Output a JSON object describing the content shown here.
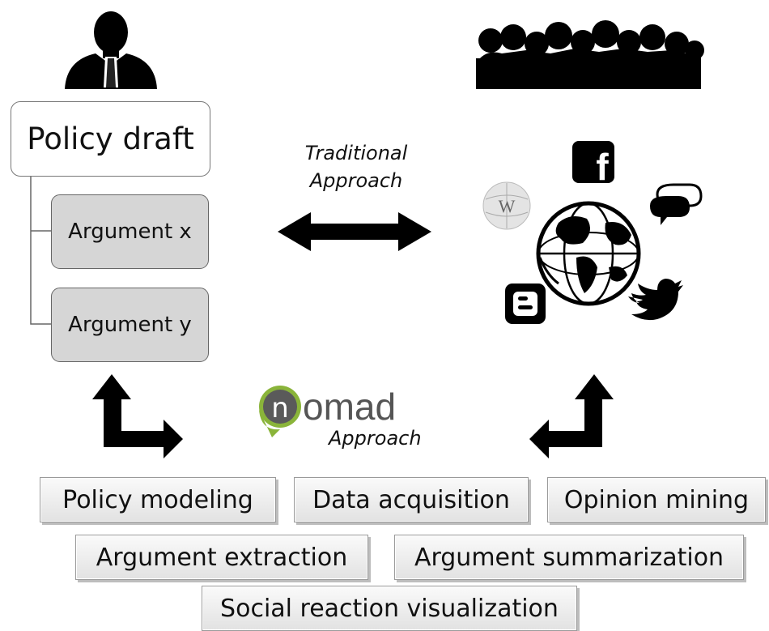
{
  "policy_draft": "Policy draft",
  "arguments": [
    "Argument x",
    "Argument y"
  ],
  "traditional": {
    "line1": "Traditional",
    "line2": "Approach"
  },
  "nomad": {
    "logo_n": "n",
    "logo_rest": "omad",
    "approach": "Approach"
  },
  "modules": [
    "Policy modeling",
    "Data acquisition",
    "Opinion mining",
    "Argument extraction",
    "Argument summarization",
    "Social reaction visualization"
  ],
  "icons": {
    "facebook": "f",
    "blogger": "B",
    "wikipedia": "W"
  },
  "colors": {
    "argument_fill": "#d6d6d6",
    "nomad_green": "#8ab43a",
    "nomad_gray": "#555555"
  }
}
